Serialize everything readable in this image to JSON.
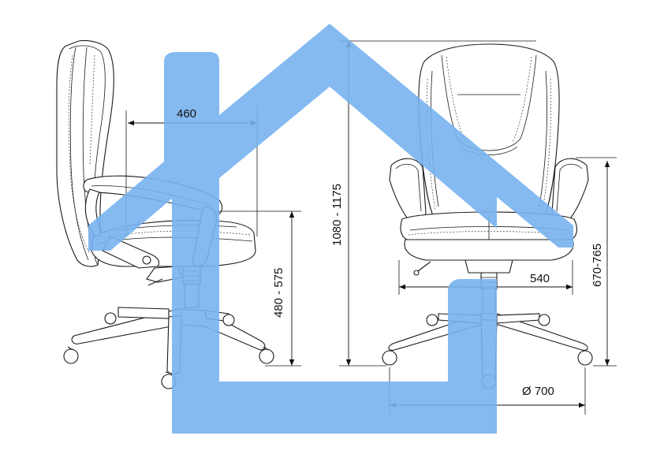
{
  "colors": {
    "house_watermark": "#78b3f0",
    "line_art": "#1a1a1a",
    "background": "#ffffff"
  },
  "dimensions": {
    "seat_depth": "460",
    "total_height": "1080 - 1175",
    "seat_height": "480 - 575",
    "seat_width": "540",
    "armrest_height": "670-765",
    "base_diameter": "Ø 700"
  }
}
